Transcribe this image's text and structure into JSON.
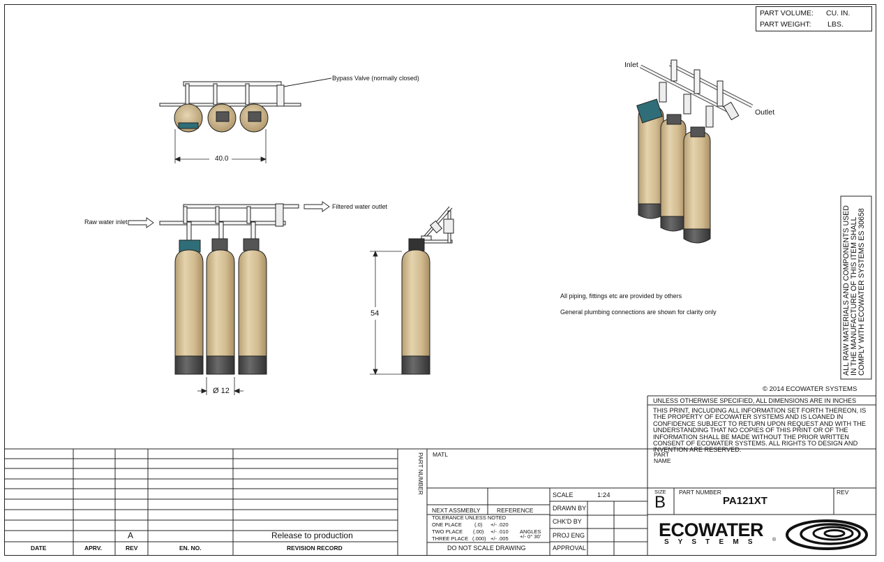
{
  "part_box": {
    "volume_label": "PART VOLUME:",
    "volume_unit": "CU. IN.",
    "weight_label": "PART WEIGHT:",
    "weight_unit": "LBS."
  },
  "callouts": {
    "bypass_valve": "Bypass Valve (normally closed)",
    "raw_water_inlet": "Raw water inlet",
    "filtered_water_outlet": "Filtered water outlet",
    "inlet": "Inlet",
    "outlet": "Outlet"
  },
  "dimensions": {
    "width_top": "40.0",
    "height": "54",
    "diameter": "Ø 12"
  },
  "notes": [
    "All piping, fittings etc are provided by others",
    "General plumbing connections are shown for clarity only"
  ],
  "side_note": "ALL RAW MATERIALS AND COMPONENTS USED IN THE MANUFACTURE OF THIS ITEM SHALL COMPLY WITH ECOWATER SYSTEMS ES 30658",
  "copyright": "© 2014 ECOWATER SYSTEMS",
  "dim_notice": "UNLESS OTHERWISE SPECIFIED, ALL DIMENSIONS ARE IN INCHES",
  "confidential": "THIS PRINT, INCLUDING ALL INFORMATION SET FORTH THEREON, IS THE PROPERTY OF ECOWATER SYSTEMS AND IS LOANED IN CONFIDENCE SUBJECT TO RETURN UPON REQUEST AND WITH THE UNDERSTANDING THAT NO COPIES OF THIS PRINT OR OF THE INFORMATION SHALL BE MADE WITHOUT THE PRIOR WRITTEN CONSENT OF ECOWATER SYSTEMS. ALL RIGHTS TO DESIGN AND INVENTION ARE RESERVED.",
  "revision": {
    "rev_letter": "A",
    "description": "Release to production",
    "headers": [
      "DATE",
      "APRV.",
      "REV",
      "EN. NO.",
      "REVISION RECORD"
    ]
  },
  "title_block": {
    "part_number_vertical": "PART NUMBER",
    "matl": "MATL",
    "next_assembly": "NEXT ASSMEBLY",
    "reference": "REFERENCE",
    "tolerance_title": "TOLERANCE UNLESS NOTED",
    "one_place": "ONE PLACE",
    "one_fmt": "(.0)",
    "one_val": "+/- .020",
    "two_place": "TWO PLACE",
    "two_fmt": "(.00)",
    "two_val": "+/- .010",
    "three_place": "THREE PLACE",
    "three_fmt": "(.000)",
    "three_val": "+/- .005",
    "angles": "ANGLES",
    "angles_val": "+/- 0° 30'",
    "do_not_scale": "DO NOT SCALE DRAWING",
    "scale_label": "SCALE",
    "scale_value": "1:24",
    "drawn_by": "DRAWN BY",
    "chkd_by": "CHK'D BY",
    "proj_eng": "PROJ ENG",
    "approval": "APPROVAL",
    "part_name_label": "PART NAME",
    "size_label": "SIZE",
    "size_value": "B",
    "part_number_label": "PART NUMBER",
    "part_number_value": "PA121XT",
    "rev_label": "REV",
    "logo_main": "ECOWATER",
    "logo_sub": "S Y S T E M S",
    "logo_reg": "®"
  },
  "colors": {
    "tank": "#d9c49c",
    "tank_shade": "#b89f74",
    "base": "#4a4a4a",
    "controller": "#2f6e78",
    "pipe": "#f2f2f2",
    "line": "#222222"
  }
}
